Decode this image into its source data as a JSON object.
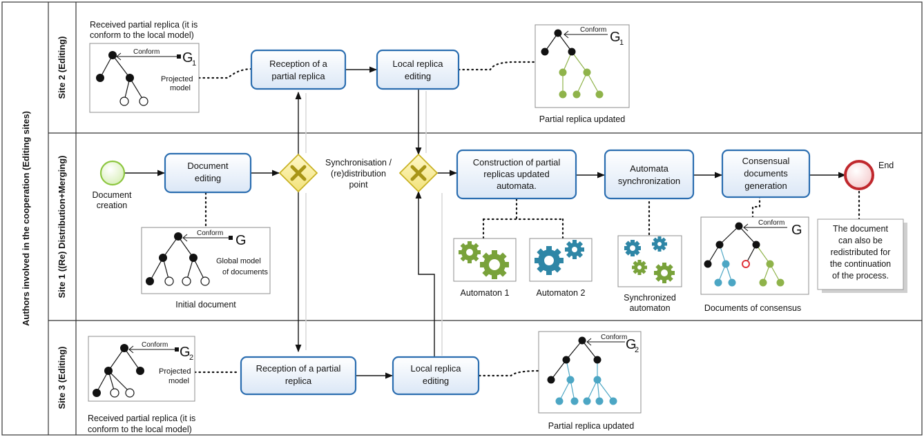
{
  "pool": {
    "title": "Authors involved in the cooperation (Editing sites)"
  },
  "lanes": {
    "site2": "Site 2 (Editing)",
    "site1": "Site 1 ((Re) Distribution+Merging)",
    "site3": "Site 3 (Editing)"
  },
  "tasks": {
    "doc_editing": [
      "Document",
      "editing"
    ],
    "reception2": [
      "Reception of a",
      "partial replica"
    ],
    "local2": [
      "Local replica",
      "editing"
    ],
    "construction": [
      "Construction of partial",
      "replicas updated",
      "automata."
    ],
    "automata_sync": [
      "Automata",
      "synchronization"
    ],
    "consensual": [
      "Consensual",
      "documents",
      "generation"
    ],
    "reception3": [
      "Reception of a partial",
      "replica"
    ],
    "local3": [
      "Local replica",
      "editing"
    ]
  },
  "events": {
    "start": [
      "Document",
      "creation"
    ],
    "end": "End"
  },
  "gateway_label": [
    "Synchronisation /",
    "(re)distribution",
    "point"
  ],
  "captions": {
    "site2_received": [
      "Received partial replica (it is",
      "conform to the local model)"
    ],
    "site2_updated": "Partial replica updated",
    "initial_document": "Initial document",
    "automaton1": "Automaton 1",
    "automaton2": "Automaton 2",
    "synchronized": [
      "Synchronized",
      "automaton"
    ],
    "consensus": "Documents of consensus",
    "site3_received": [
      "Received partial replica (it is",
      "conform to the local model)"
    ],
    "site3_updated": "Partial replica updated"
  },
  "annotation": [
    "The document",
    "can also be",
    "redistributed for",
    "the continuation",
    "of the process."
  ],
  "models": {
    "conform": "Conform",
    "g1": "G",
    "g1_sub": "1",
    "g": "G",
    "g2": "G",
    "g2_sub": "2",
    "projected": [
      "Projected",
      "model"
    ],
    "global": [
      "Global model",
      "of documents"
    ]
  },
  "colors": {
    "task_border": "#2a6db0",
    "start_event": "#8cc63f",
    "end_event": "#c0282d",
    "gateway": "#e6d24a",
    "green_node": "#8fb34a",
    "blue_node": "#4ca6c4",
    "gear_green": "#79a23a",
    "gear_teal": "#2e86a6"
  }
}
